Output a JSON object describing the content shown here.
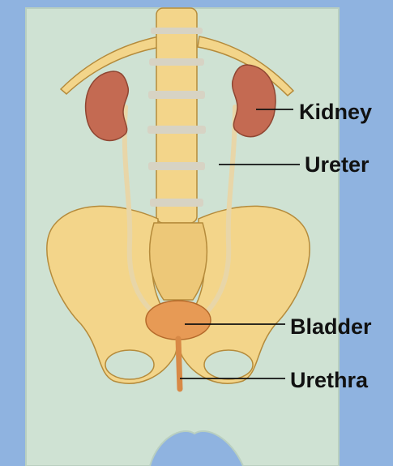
{
  "diagram": {
    "labels": {
      "kidney": "Kidney",
      "ureter": "Ureter",
      "bladder": "Bladder",
      "urethra": "Urethra"
    }
  },
  "colors": {
    "background": "#8fb3e0",
    "torso": "#cfe2d3",
    "bone": "#f3d58a",
    "bone_outline": "#b58b3b",
    "disc": "#d7d3c4",
    "kidney": "#c46a52",
    "bladder": "#e79a55",
    "ureter": "#e8d6a8",
    "leader_line": "#111111"
  }
}
